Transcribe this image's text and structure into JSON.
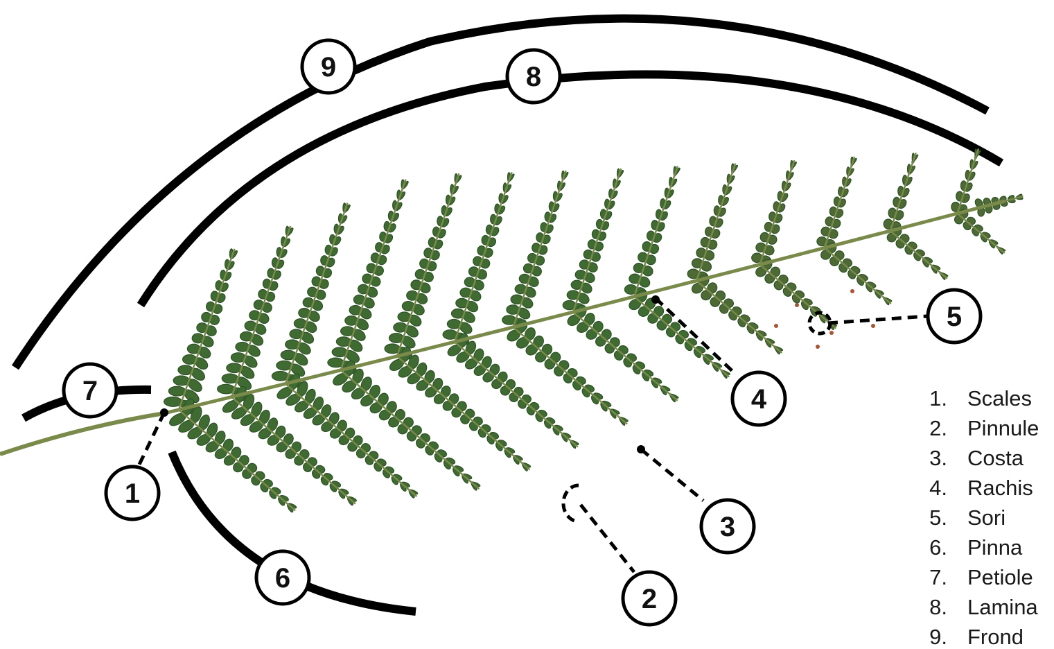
{
  "colors": {
    "frond_green": "#3f6b32",
    "frond_dark": "#2e5226",
    "rachis": "#7a8a4a",
    "sori": "#a8552f",
    "line": "#000000"
  },
  "callouts": [
    "1",
    "2",
    "3",
    "4",
    "5",
    "6",
    "7",
    "8",
    "9"
  ],
  "legend": [
    {
      "num": "1.",
      "label": "Scales"
    },
    {
      "num": "2.",
      "label": "Pinnule"
    },
    {
      "num": "3.",
      "label": "Costa"
    },
    {
      "num": "4.",
      "label": "Rachis"
    },
    {
      "num": "5.",
      "label": "Sori"
    },
    {
      "num": "6.",
      "label": "Pinna"
    },
    {
      "num": "7.",
      "label": "Petiole"
    },
    {
      "num": "8.",
      "label": "Lamina"
    },
    {
      "num": "9.",
      "label": "Frond"
    }
  ]
}
